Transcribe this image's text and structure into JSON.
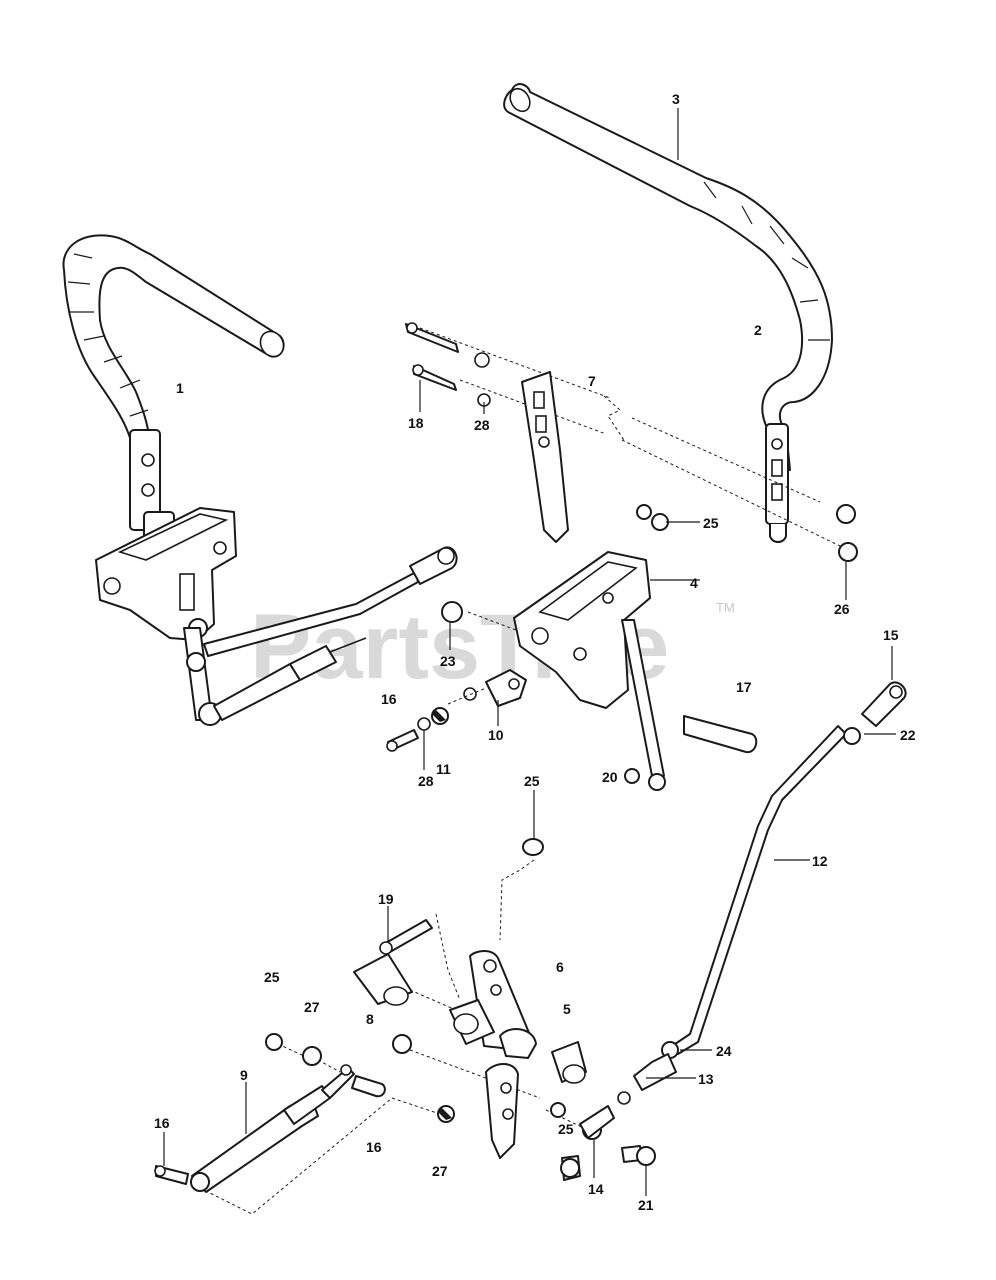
{
  "watermark": {
    "text": "PartsTree",
    "trademark": "TM"
  },
  "callouts": [
    {
      "id": "c3",
      "label": "3"
    },
    {
      "id": "c2",
      "label": "2"
    },
    {
      "id": "c1",
      "label": "1"
    },
    {
      "id": "c7",
      "label": "7"
    },
    {
      "id": "c18",
      "label": "18"
    },
    {
      "id": "c28a",
      "label": "28"
    },
    {
      "id": "c25a",
      "label": "25"
    },
    {
      "id": "c4",
      "label": "4"
    },
    {
      "id": "c26",
      "label": "26"
    },
    {
      "id": "c23",
      "label": "23"
    },
    {
      "id": "c15",
      "label": "15"
    },
    {
      "id": "c17",
      "label": "17"
    },
    {
      "id": "c16a",
      "label": "16"
    },
    {
      "id": "c10",
      "label": "10"
    },
    {
      "id": "c22",
      "label": "22"
    },
    {
      "id": "c11",
      "label": "11"
    },
    {
      "id": "c28b",
      "label": "28"
    },
    {
      "id": "c20",
      "label": "20"
    },
    {
      "id": "c25b",
      "label": "25"
    },
    {
      "id": "c12",
      "label": "12"
    },
    {
      "id": "c19",
      "label": "19"
    },
    {
      "id": "c6",
      "label": "6"
    },
    {
      "id": "c25c",
      "label": "25"
    },
    {
      "id": "c27a",
      "label": "27"
    },
    {
      "id": "c8",
      "label": "8"
    },
    {
      "id": "c5",
      "label": "5"
    },
    {
      "id": "c24",
      "label": "24"
    },
    {
      "id": "c9",
      "label": "9"
    },
    {
      "id": "c13",
      "label": "13"
    },
    {
      "id": "c16b",
      "label": "16"
    },
    {
      "id": "c16c",
      "label": "16"
    },
    {
      "id": "c25d",
      "label": "25"
    },
    {
      "id": "c27b",
      "label": "27"
    },
    {
      "id": "c14",
      "label": "14"
    },
    {
      "id": "c21",
      "label": "21"
    }
  ]
}
